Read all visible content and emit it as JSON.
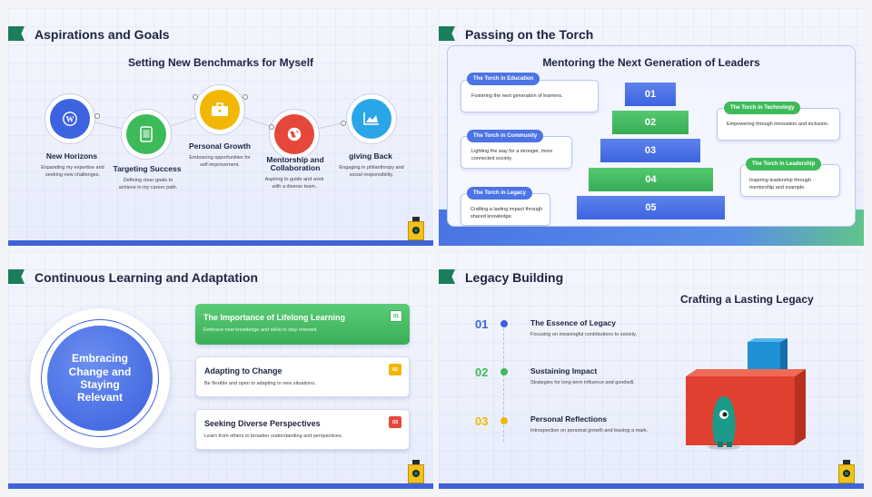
{
  "slide1": {
    "title": "Aspirations and Goals",
    "subtitle": "Setting New Benchmarks for Myself",
    "items": [
      {
        "title": "New Horizons",
        "desc": "Expanding my expertise and seeking new challenges.",
        "icon": "wordpress-icon",
        "color": "#3d63e0"
      },
      {
        "title": "Targeting Success",
        "desc": "Defining clear goals to achieve in my career path.",
        "icon": "tablet-icon",
        "color": "#3dbb5a"
      },
      {
        "title": "Personal Growth",
        "desc": "Embracing opportunities for self-improvement.",
        "icon": "briefcase-icon",
        "color": "#f2b705"
      },
      {
        "title": "Mentorship and Collaboration",
        "desc": "Aspiring to guide and work with a diverse team.",
        "icon": "globe-icon",
        "color": "#e5483a"
      },
      {
        "title": "giving Back",
        "desc": "Engaging in philanthropy and social responsibility.",
        "icon": "chart-icon",
        "color": "#2aa6e8"
      }
    ]
  },
  "slide2": {
    "title": "Passing on the Torch",
    "subtitle": "Mentoring the Next Generation of Leaders",
    "left_cards": [
      {
        "label": "The Torch in Education",
        "desc": "Fostering the next generation of learners."
      },
      {
        "label": "The Torch in Community",
        "desc": "Lighting the way for a stronger, more connected society."
      },
      {
        "label": "The Torch in Legacy",
        "desc": "Crafting a lasting impact through shared knowledge."
      }
    ],
    "right_cards": [
      {
        "label": "The Torch in Technology",
        "desc": "Empowering through innovation and inclusion."
      },
      {
        "label": "The Torch in Leadership",
        "desc": "Inspiring leadership through mentorship and example."
      }
    ],
    "steps": [
      "01",
      "02",
      "03",
      "04",
      "05"
    ]
  },
  "slide3": {
    "title": "Continuous Learning and Adaptation",
    "circle_text": "Embracing Change and Staying Relevant",
    "cards": [
      {
        "num": "01",
        "title": "The Importance of Lifelong Learning",
        "desc": "Embrace new knowledge and skills to stay relevant."
      },
      {
        "num": "02",
        "title": "Adapting to Change",
        "desc": "Be flexible and open to adapting to new situations."
      },
      {
        "num": "03",
        "title": "Seeking Diverse Perspectives",
        "desc": "Learn from others to broaden understanding and perspectives."
      }
    ]
  },
  "slide4": {
    "title": "Legacy Building",
    "subtitle": "Crafting a Lasting Legacy",
    "items": [
      {
        "num": "01",
        "title": "The Essence of Legacy",
        "desc": "Focusing on meaningful contributions to society.",
        "color": "#3d63e0"
      },
      {
        "num": "02",
        "title": "Sustaining Impact",
        "desc": "Strategies for long-term influence and goodwill.",
        "color": "#3dbb5a"
      },
      {
        "num": "03",
        "title": "Personal Reflections",
        "desc": "Introspection on personal growth and leaving a mark.",
        "color": "#f2b705"
      }
    ]
  }
}
